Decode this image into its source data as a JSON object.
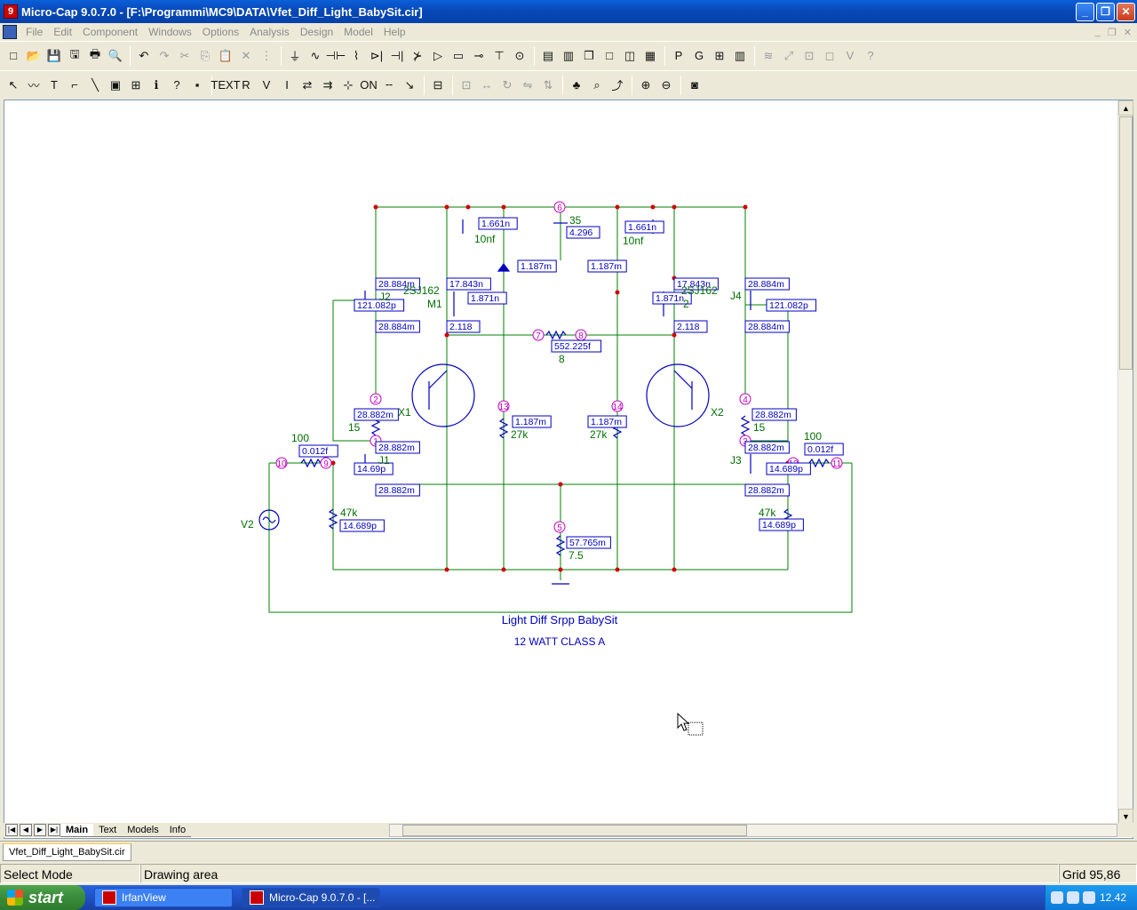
{
  "window": {
    "title": "Micro-Cap 9.0.7.0 - [F:\\Programmi\\MC9\\DATA\\Vfet_Diff_Light_BabySit.cir]",
    "app_icon_letter": "9",
    "minimize_label": "_",
    "restore_label": "❐",
    "close_label": "✕"
  },
  "menu": {
    "items": [
      "File",
      "Edit",
      "Component",
      "Windows",
      "Options",
      "Analysis",
      "Design",
      "Model",
      "Help"
    ],
    "mdi_controls": [
      "_",
      "❐",
      "✕"
    ]
  },
  "toolbar1": {
    "icons": [
      "new-icon",
      "open-icon",
      "save-icon",
      "save-all-icon",
      "print-icon",
      "print-preview-icon",
      "undo-icon",
      "redo-icon",
      "cut-icon",
      "copy-icon",
      "paste-icon",
      "delete-icon",
      "replicate-icon",
      "ground-icon",
      "resistor-icon",
      "capacitor-icon",
      "inductor-icon",
      "diode-icon",
      "battery-icon",
      "transistor-icon",
      "opamp-icon",
      "ic-icon",
      "jumper-icon",
      "jfet-icon",
      "source-icon",
      "tile-h-icon",
      "tile-v-icon",
      "cascade-icon",
      "window-icon",
      "split-icon",
      "calculator-icon",
      "p-icon",
      "g-icon",
      "pin-icon",
      "grid-icon",
      "wave-icon",
      "probe-icon",
      "meter-icon",
      "shape-icon",
      "v-icon",
      "help-icon"
    ],
    "glyphs": [
      "□",
      "📂",
      "💾",
      "🖫",
      "🖶",
      "🔍",
      "↶",
      "↷",
      "✂",
      "⎘",
      "📋",
      "✕",
      "⋮",
      "⏚",
      "∿",
      "⊣⊢",
      "⌇",
      "⊳|",
      "⊣|",
      "⊁",
      "▷",
      "▭",
      "⊸",
      "⊤",
      "⊙",
      "▤",
      "▥",
      "❐",
      "□",
      "◫",
      "▦",
      "P",
      "G",
      "⊞",
      "▥",
      "≋",
      "⤢",
      "⊡",
      "◻",
      "V",
      "?"
    ]
  },
  "toolbar2": {
    "icons": [
      "select-mode-icon",
      "wire-icon",
      "text-icon",
      "wire-mode-icon",
      "diagonal-wire-icon",
      "info-icon-a",
      "component-mode-icon",
      "info-icon",
      "help-mode-icon",
      "point-mode-icon",
      "text-on-icon",
      "node-numbers-icon",
      "voltage-icon",
      "current-icon",
      "pin-connect-icon",
      "node-snap-icon",
      "rubberband-icon",
      "on-off-icon",
      "wire-connect-icon",
      "pointer-icon",
      "properties-icon",
      "align-icon",
      "flip-x-icon",
      "rotate-icon",
      "flip-h-icon",
      "flip-v-icon",
      "find-icon",
      "binoculars-icon",
      "goto-icon",
      "zoom-in-icon",
      "zoom-out-icon",
      "camera-icon"
    ],
    "glyphs": [
      "↖",
      "〰",
      "T",
      "⌐",
      "╲",
      "▣",
      "⊞",
      "ℹ",
      "?",
      "▪",
      "TEXT",
      "R",
      "V",
      "I",
      "⇄",
      "⇉",
      "⊹",
      "ON",
      "╌",
      "↘",
      "⊟",
      "⊡",
      "↔",
      "↻",
      "⇋",
      "⇅",
      "♣",
      "⌕",
      "⤴",
      "⊕",
      "⊖",
      "◙"
    ]
  },
  "schematic": {
    "title": "Light Diff Srpp BabySit",
    "subtitle": "12 WATT CLASS A",
    "component_labels": {
      "j2": "J2",
      "j4": "J4",
      "j1": "J1",
      "j3": "J3",
      "m1": "M1",
      "m2": "2",
      "x1": "X1",
      "x2": "X2",
      "v2": "V2",
      "jfet_left": "2SJ162",
      "jfet_right": "2SJ162"
    },
    "component_values": {
      "c_left": "10nf",
      "c_right": "10nf",
      "bat": "35",
      "r_drain_left": "15",
      "r_drain_right": "15",
      "r_gate_left": "100",
      "r_gate_right": "100",
      "r_bias_left": "47k",
      "r_bias_right": "47k",
      "r_mid_left": "27k",
      "r_mid_right": "27k",
      "r_link": "8",
      "r_tail": "7.5"
    },
    "nodes": [
      "6",
      "7",
      "8",
      "2",
      "4",
      "13",
      "14",
      "1",
      "3",
      "9",
      "10",
      "12",
      "11",
      "5"
    ],
    "readouts": {
      "c_left": "1.661n",
      "c_right": "1.661n",
      "bat_v": "4.296",
      "diode_l": "1.187m",
      "diode_r": "1.187m",
      "j2_top": "28.884m",
      "j2_gate": "121.082p",
      "j2_bot": "28.884m",
      "m1_top": "17.843n",
      "m1_gate": "1.871n",
      "m1_bot": "2.118",
      "m2_top": "17.843n",
      "m2_gate": "1.871n",
      "m2_bot": "2.118",
      "j4_top": "28.884m",
      "j4_gate": "121.082p",
      "j4_bot": "28.884m",
      "r_link": "552.225f",
      "x1_r": "28.882m",
      "x2_r": "28.882m",
      "r27_l": "1.187m",
      "r27_r": "1.187m",
      "j1_top": "28.882m",
      "j1_gate": "14.69p",
      "j1_bot": "28.882m",
      "j3_top": "28.882m",
      "j3_gate": "14.689p",
      "j3_bot": "28.882m",
      "rg_l": "0.012f",
      "rg_r": "0.012f",
      "r47_l": "14.689p",
      "r47_r": "14.689p",
      "tail": "57.765m"
    }
  },
  "sheet_tabs": [
    "Main",
    "Text",
    "Models",
    "Info"
  ],
  "sheet_nav": [
    "|◀",
    "◀",
    "▶",
    "▶|"
  ],
  "document_tab": "Vfet_Diff_Light_BabySit.cir",
  "status": {
    "mode": "Select Mode",
    "area": "Drawing area",
    "grid": "Grid 95,86"
  },
  "taskbar": {
    "start": "start",
    "tasks": [
      "IrfanView",
      "Micro-Cap 9.0.7.0 - [..."
    ],
    "clock": "12.42"
  },
  "colors": {
    "wire": "#008000",
    "label": "#006e00",
    "node": "#c000c0",
    "component": "#0000c0",
    "junction": "#d00000",
    "xp_blue": "#0a5fd8"
  }
}
